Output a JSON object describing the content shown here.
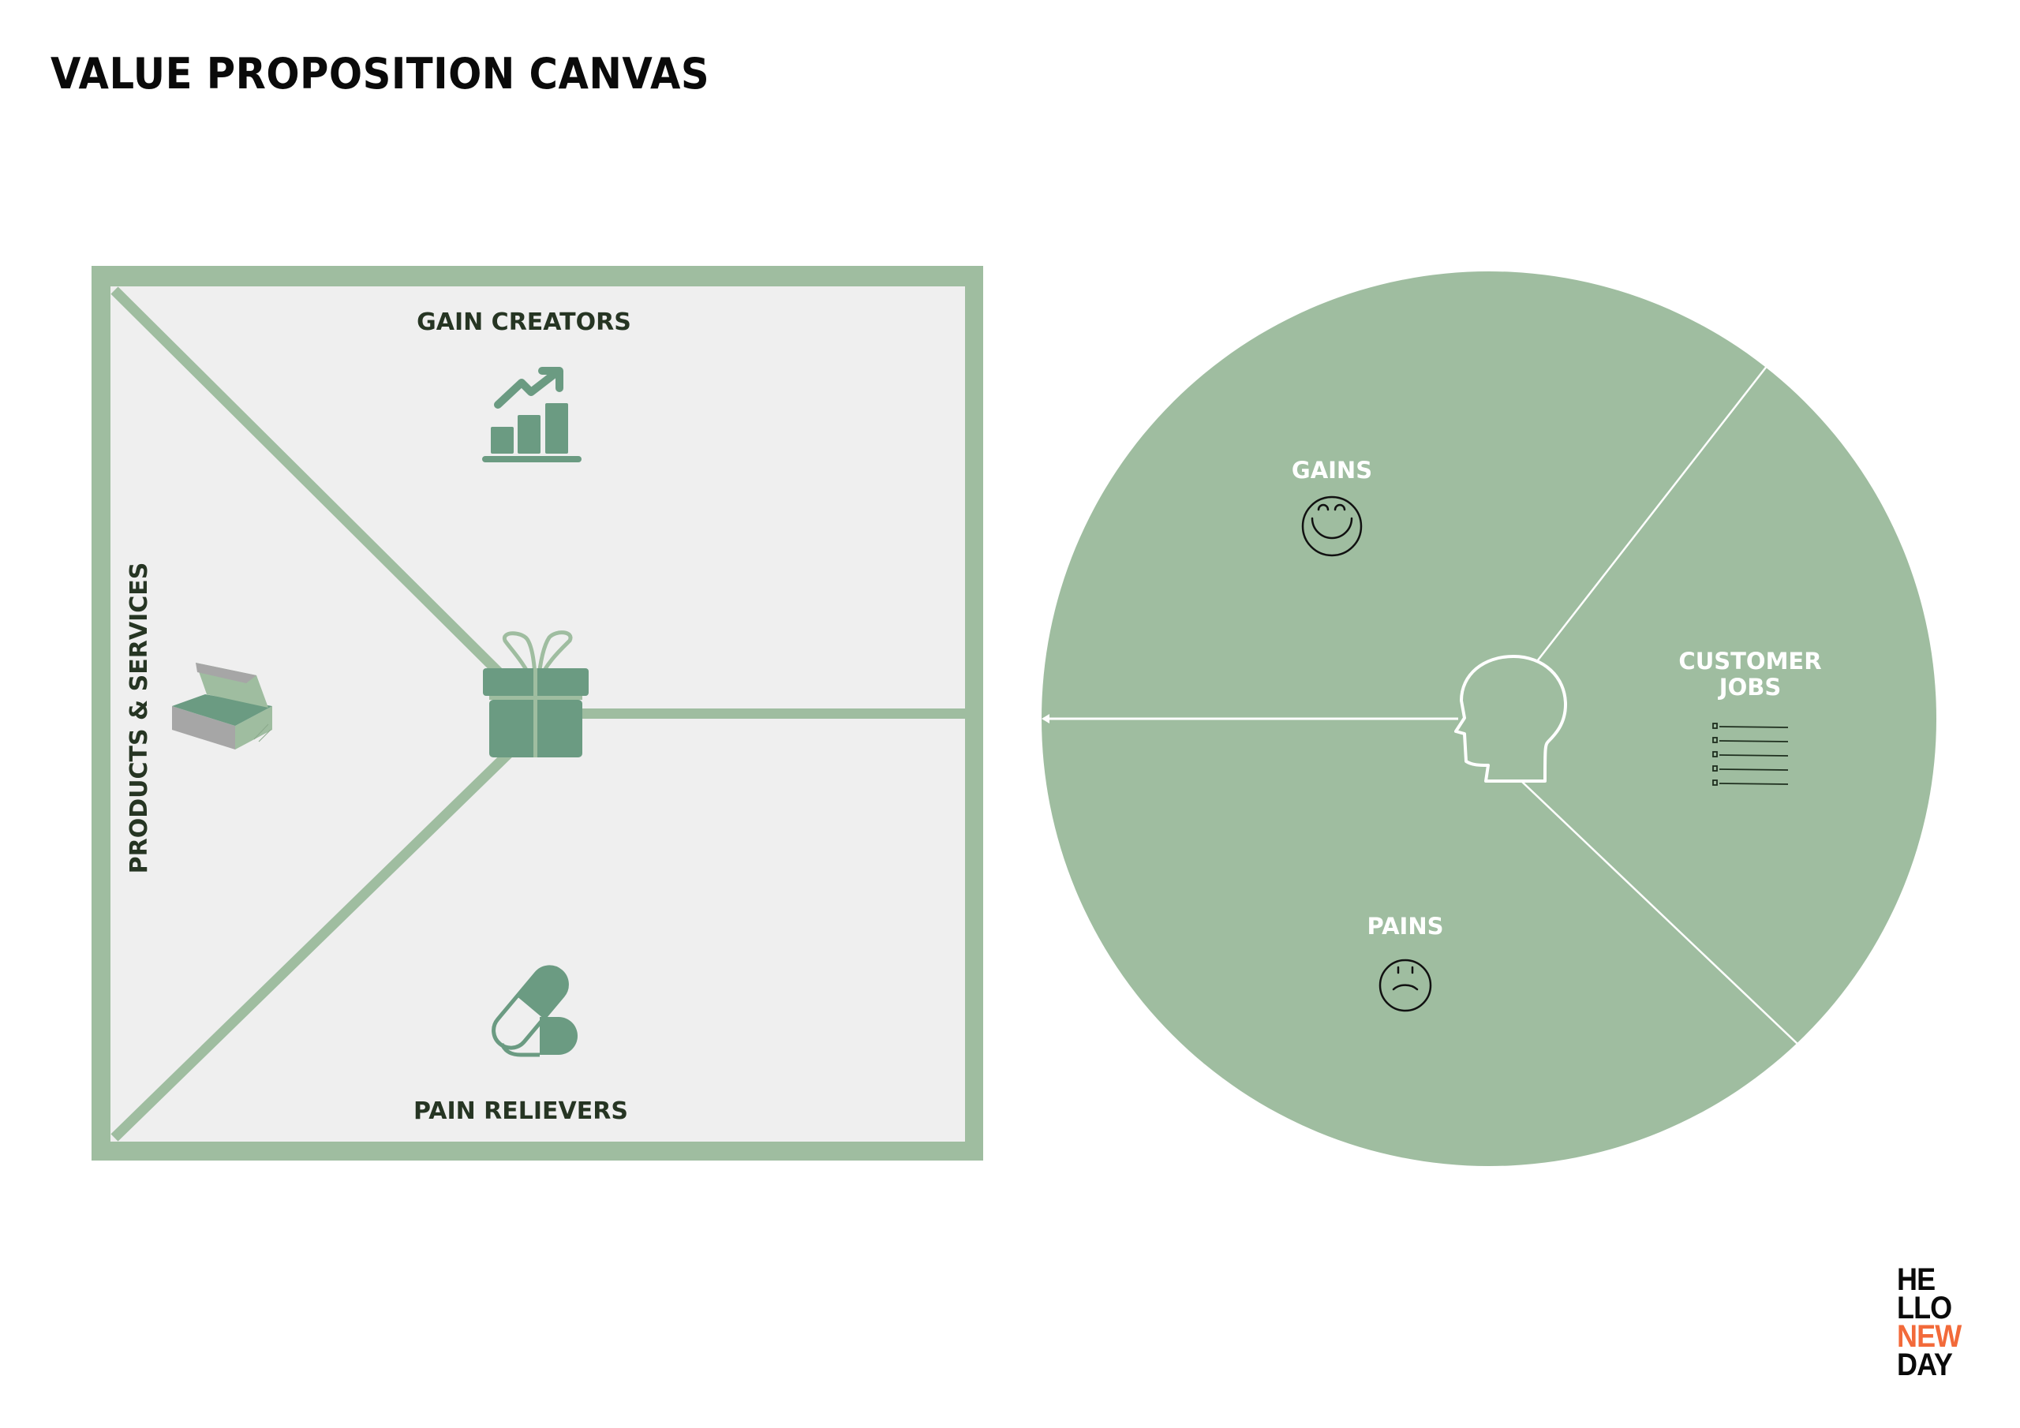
{
  "title": "VALUE PROPOSITION CANVAS",
  "colors": {
    "frame_green": "#9fbda0",
    "icon_green": "#6b9b82",
    "panel_bg": "#efefef",
    "label_dark": "#263523",
    "logo_orange": "#f26a3a"
  },
  "value_map": {
    "gain_creators": {
      "label": "GAIN CREATORS",
      "icon": "growth-chart-icon"
    },
    "products_services": {
      "label": "PRODUCTS & SERVICES",
      "icon": "open-box-icon"
    },
    "pain_relievers": {
      "label": "PAIN RELIEVERS",
      "icon": "pills-icon"
    },
    "center_icon": "gift-icon"
  },
  "customer_profile": {
    "gains": {
      "label": "GAINS",
      "icon": "smiley-face-icon"
    },
    "customer_jobs": {
      "label_line1": "CUSTOMER",
      "label_line2": "JOBS",
      "icon": "checklist-icon"
    },
    "pains": {
      "label": "PAINS",
      "icon": "sad-face-icon"
    },
    "center_icon": "head-profile-icon"
  },
  "logo": {
    "line1": "HE",
    "line2": "LLO",
    "line3": "NEW",
    "line4": "DAY"
  }
}
